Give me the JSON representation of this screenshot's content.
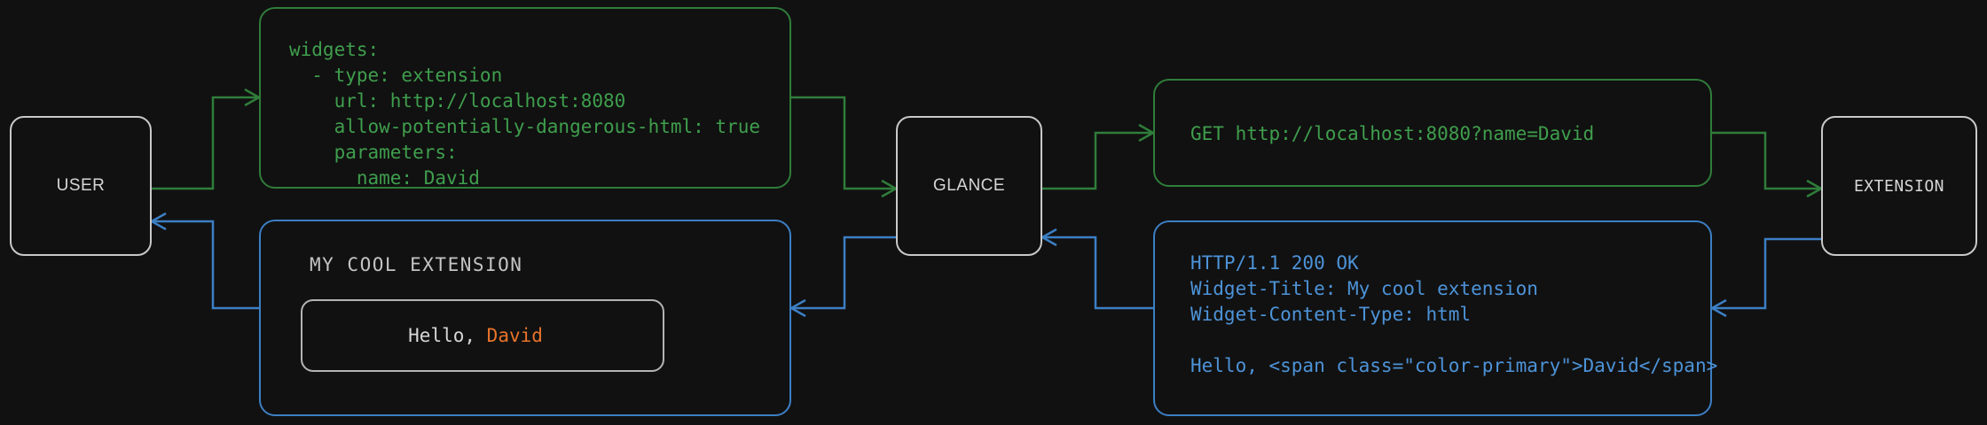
{
  "theme": {
    "background": "#111111",
    "node_border": "#c9c9c9",
    "node_text": "#d6d6d6",
    "request_green": "#3f9e4d",
    "request_green_border": "#2f7d3a",
    "response_blue": "#4d93d8",
    "response_blue_border": "#3c7fc4",
    "accent_orange": "#e8732a"
  },
  "nodes": {
    "user": {
      "label": "USER"
    },
    "glance": {
      "label": "GLANCE"
    },
    "extension": {
      "label": "EXTENSION"
    }
  },
  "panels": {
    "config": {
      "kind": "yaml-config",
      "flow": "request",
      "text": "widgets:\n  - type: extension\n    url: http://localhost:8080\n    allow-potentially-dangerous-html: true\n    parameters:\n      name: David"
    },
    "http_request": {
      "kind": "http-request",
      "flow": "request",
      "text": "GET http://localhost:8080?name=David"
    },
    "http_response": {
      "kind": "http-response",
      "flow": "response",
      "text": "HTTP/1.1 200 OK\nWidget-Title: My cool extension\nWidget-Content-Type: html\n\nHello, <span class=\"color-primary\">David</span>"
    },
    "rendered_widget": {
      "kind": "rendered-widget",
      "flow": "response",
      "title": "MY COOL EXTENSION",
      "greeting_prefix": "Hello, ",
      "greeting_name": "David"
    }
  },
  "edges": [
    {
      "from": "user",
      "to": "config",
      "flow": "request",
      "color": "#3f9e4d"
    },
    {
      "from": "config",
      "to": "glance",
      "flow": "request",
      "color": "#3f9e4d"
    },
    {
      "from": "glance",
      "to": "http_request",
      "flow": "request",
      "color": "#3f9e4d"
    },
    {
      "from": "http_request",
      "to": "extension",
      "flow": "request",
      "color": "#3f9e4d"
    },
    {
      "from": "extension",
      "to": "http_response",
      "flow": "response",
      "color": "#4d93d8"
    },
    {
      "from": "http_response",
      "to": "glance",
      "flow": "response",
      "color": "#4d93d8"
    },
    {
      "from": "glance",
      "to": "rendered_widget",
      "flow": "response",
      "color": "#4d93d8"
    },
    {
      "from": "rendered_widget",
      "to": "user",
      "flow": "response",
      "color": "#4d93d8"
    }
  ]
}
